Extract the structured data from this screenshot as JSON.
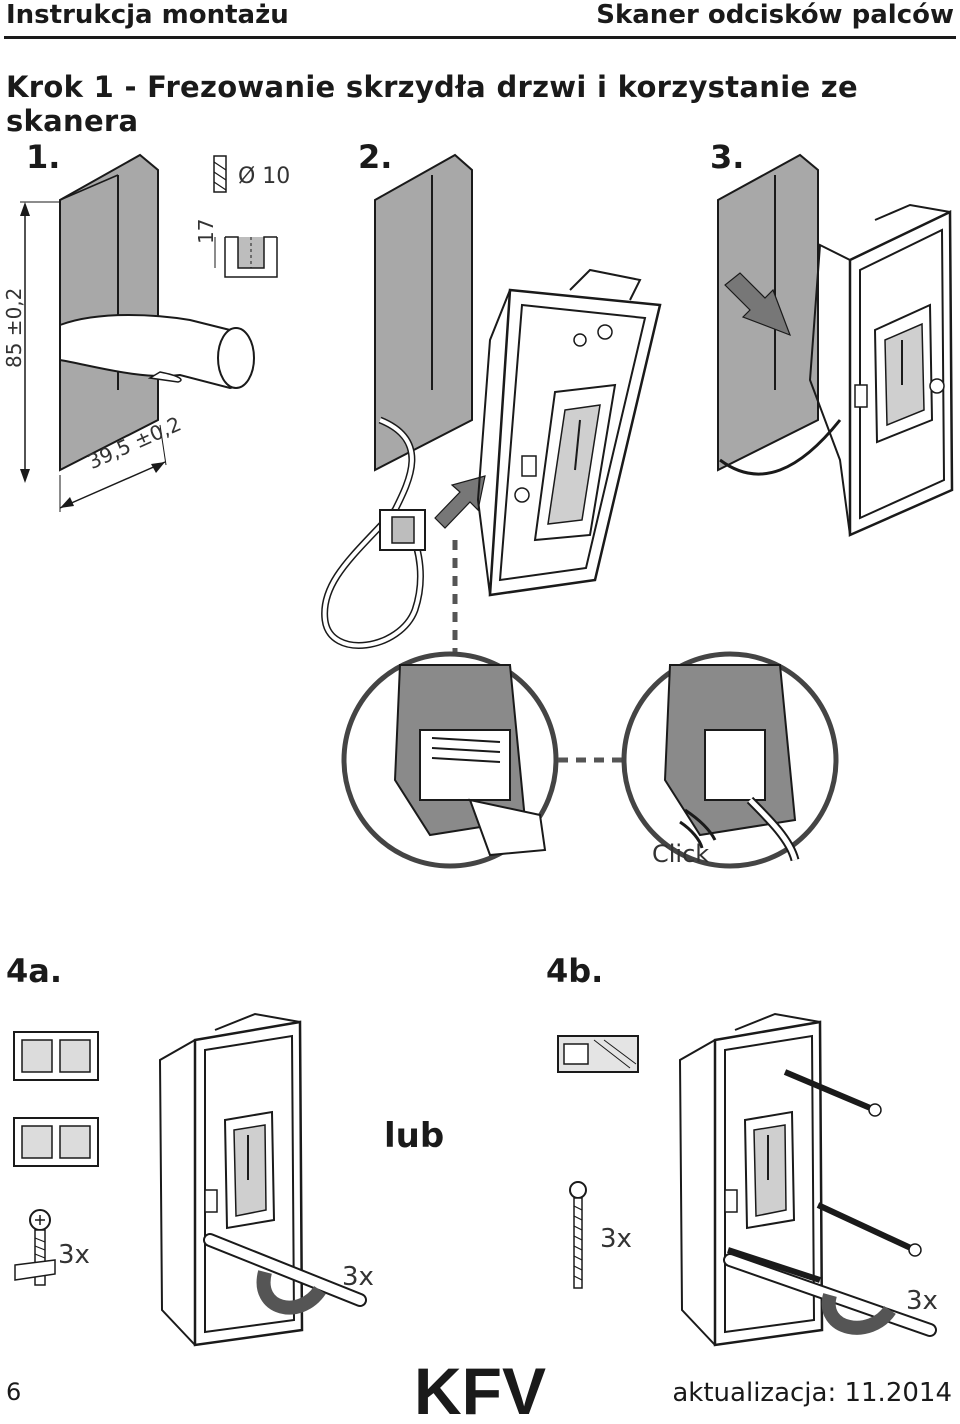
{
  "header": {
    "left_title": "Instrukcja montażu",
    "right_title": "Skaner odcisków palców"
  },
  "step": {
    "title": "Krok 1 - Frezowanie skrzydła drzwi i korzystanie ze skanera"
  },
  "figures": {
    "fig1": {
      "label": "1.",
      "drill": "Ø 10",
      "depth": "17",
      "height": "85 ±0,2",
      "width": "39,5 ±0,2"
    },
    "fig2": {
      "label": "2."
    },
    "fig3": {
      "label": "3."
    },
    "click": "Click",
    "fig4a": {
      "label": "4a.",
      "count_screw": "3x",
      "count_turn": "3x"
    },
    "or": "lub",
    "fig4b": {
      "label": "4b.",
      "count_screw": "3x",
      "count_turn": "3x"
    }
  },
  "footer": {
    "page": "6",
    "logo": "KFV",
    "updated": "aktualizacja: 11.2014"
  }
}
